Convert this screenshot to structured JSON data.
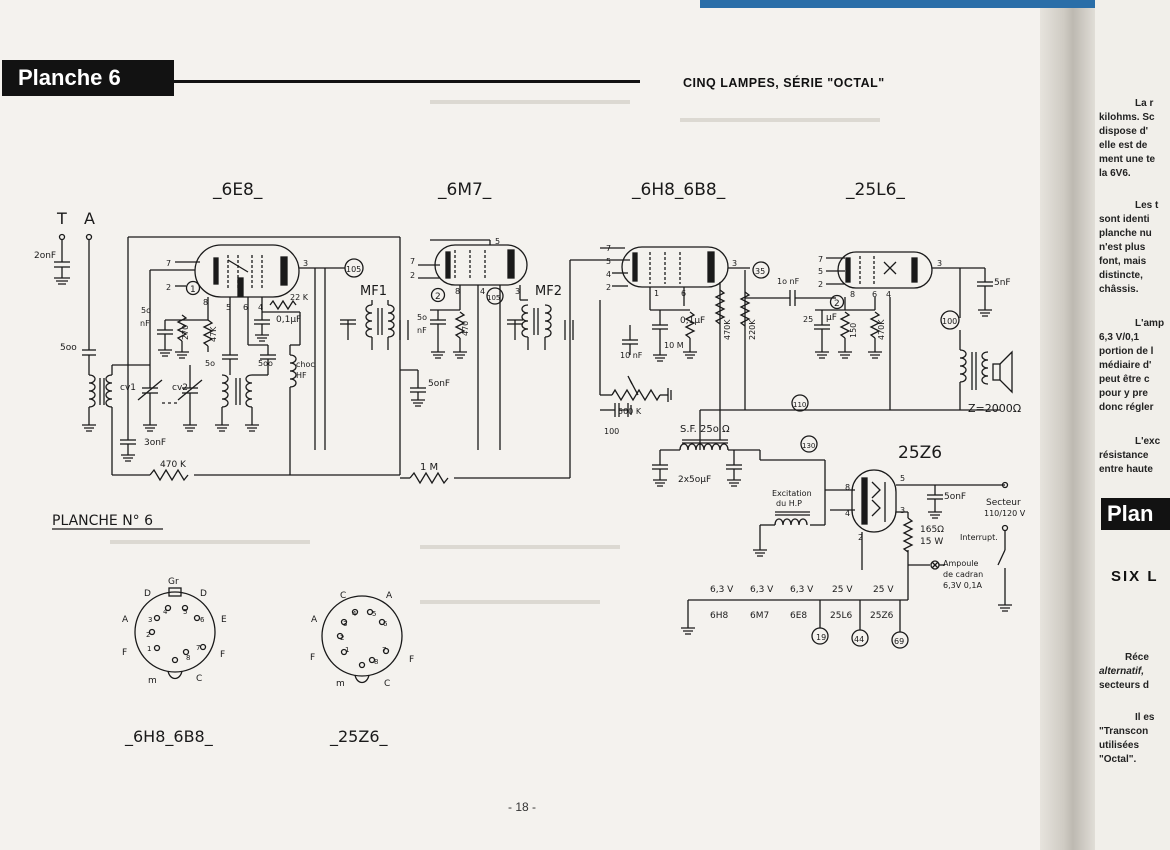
{
  "header": {
    "badge": "Planche 6",
    "title": "CINQ LAMPES, SÉRIE \"OCTAL\""
  },
  "tubes": {
    "t1": "_6E8_",
    "t2": "_6M7_",
    "t3": "_6H8_6B8_",
    "t4": "_25L6_",
    "rect": "25Z6"
  },
  "antenna": {
    "t": "T",
    "a": "A"
  },
  "components": {
    "c_2nF": "2onF",
    "c_500": "5oo",
    "cv1": "cv1",
    "cv2": "cv2",
    "c_50nF_1": "5o",
    "c_50nF_1b": "nF",
    "r_270": "270",
    "r_47k": "47K",
    "r_22k": "22 K",
    "c_01uF_1": "0,1µF",
    "c_50_a": "5o",
    "c_500_b": "5oo",
    "choc": "choc",
    "hf": "HF",
    "c_30nF": "3onF",
    "r_470k": "470 K",
    "mf1": "MF1",
    "c_50nF_2": "5o",
    "c_50nF_2b": "nF",
    "r_470": "470",
    "c_50nF_3": "5onF",
    "r_1m": "1 M",
    "mf2": "MF2",
    "c_01uF_2": "0,1µF",
    "c_10nF": "10 nF",
    "r_10m": "10 M",
    "r_500k": "500 K",
    "c_100": "100",
    "r_470k_b": "470K",
    "r_220k": "220K",
    "c_10nF_b": "1o nF",
    "c_25uF": "25",
    "uF": "µF",
    "r_150": "150",
    "r_470k_c": "470K",
    "c_5nF": "5nF",
    "z": "Z=2000Ω",
    "sf": "S.F. 25o Ω",
    "c_2x50": "2x5oµF",
    "exc1": "Excitation",
    "exc2": "du H.P",
    "c_5onF_r": "5onF",
    "secteur": "Secteur",
    "secteur_v": "110/120 V",
    "r_165": "165Ω",
    "w15": "15 W",
    "interrupt": "Interrupt.",
    "ampoule1": "Ampoule",
    "ampoule2": "de cadran",
    "ampoule3": "6,3V 0,1A"
  },
  "voltages": {
    "v105a": "105",
    "v105b": "105",
    "v35": "35",
    "v100": "100",
    "v110": "110",
    "v130": "130",
    "v19": "19",
    "v44": "44",
    "v69": "69",
    "n1": "1",
    "n2a": "2",
    "n2b": "2"
  },
  "heater_chain": {
    "volts": [
      "6,3 V",
      "6,3 V",
      "6,3 V",
      "25 V",
      "25 V"
    ],
    "tubes": [
      "6H8",
      "6M7",
      "6E8",
      "25L6",
      "25Z6"
    ]
  },
  "pin_labels": {
    "t1": [
      "7",
      "2",
      "1",
      "8",
      "5",
      "6",
      "4",
      "3"
    ],
    "t2": [
      "7",
      "2",
      "8",
      "4",
      "5",
      "3"
    ],
    "t3": [
      "7",
      "5",
      "4",
      "2",
      "3",
      "6",
      "1"
    ],
    "t4": [
      "7",
      "5",
      "2",
      "8",
      "6",
      "4",
      "3"
    ],
    "rect": [
      "8",
      "4",
      "2",
      "5",
      "3"
    ]
  },
  "bottom": {
    "title": "PLANCHE N° 6",
    "left_caption": "_6H8_6B8_",
    "right_caption": "_25Z6_",
    "left_socket": {
      "gr": "Gr",
      "d1": "D",
      "d2": "D",
      "a": "A",
      "e": "E",
      "f1": "F",
      "f2": "F",
      "m": "m",
      "c": "C",
      "pins": [
        "1",
        "2",
        "3",
        "4",
        "5",
        "6",
        "7",
        "8"
      ]
    },
    "right_socket": {
      "c": "C",
      "a1": "A",
      "a2": "A",
      "f1": "F",
      "f2": "F",
      "m": "m",
      "c2": "C",
      "pins": [
        "1",
        "2",
        "3",
        "4",
        "5",
        "6",
        "7",
        "8"
      ]
    },
    "page": "- 18 -"
  },
  "right_page": {
    "lines": [
      "La r",
      "kilohms. Sc",
      "dispose d'",
      "elle est de",
      "ment une te",
      "la 6V6.",
      "Les t",
      "sont identi",
      "planche nu",
      "n'est plus",
      "font, mais",
      "distincte,",
      "châssis.",
      "L'amp",
      "6,3 V/0,1",
      "portion de l",
      "médiaire d'",
      "peut être c",
      "pour y pre",
      "donc régler",
      "L'exc",
      "résistance",
      "entre haute"
    ],
    "badge": "Plan",
    "heading": "SIX L",
    "lines2": [
      "Réce",
      "alternatif,",
      "secteurs d",
      "Il es",
      "\"Transcon",
      "utilisées",
      "\"Octal\"."
    ]
  }
}
